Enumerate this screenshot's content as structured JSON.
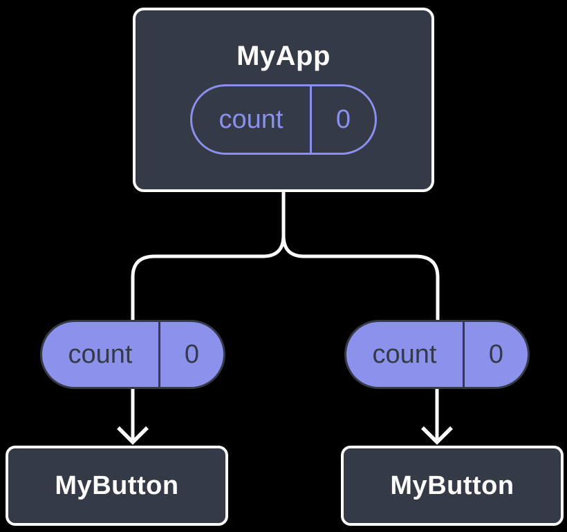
{
  "colors": {
    "background": "#000000",
    "node_fill": "#343A46",
    "node_border": "#FFFFFF",
    "pill_fill": "#8C92EB",
    "pill_accent": "#8A90EE",
    "pill_dark_text": "#343A46",
    "connector": "#FFFFFF"
  },
  "root": {
    "title": "MyApp",
    "state": {
      "name": "count",
      "value": "0"
    }
  },
  "props": [
    {
      "name": "count",
      "value": "0"
    },
    {
      "name": "count",
      "value": "0"
    }
  ],
  "children": [
    {
      "title": "MyButton"
    },
    {
      "title": "MyButton"
    }
  ]
}
